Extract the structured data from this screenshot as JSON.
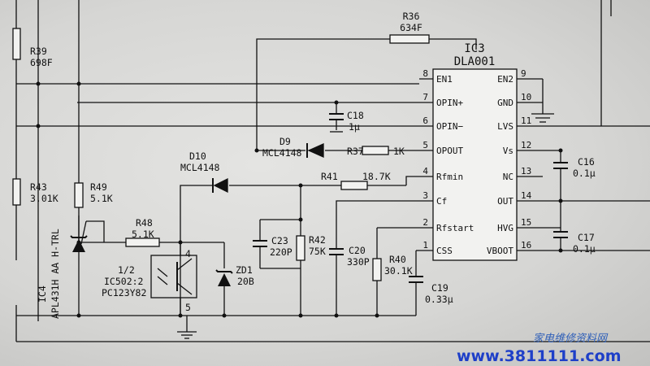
{
  "ic": {
    "name": "IC3",
    "part": "DLA001",
    "left_pins": [
      {
        "num": "8",
        "label": "EN1"
      },
      {
        "num": "7",
        "label": "OPIN+"
      },
      {
        "num": "6",
        "label": "OPIN−"
      },
      {
        "num": "5",
        "label": "OPOUT"
      },
      {
        "num": "4",
        "label": "Rfmin"
      },
      {
        "num": "3",
        "label": "Cf"
      },
      {
        "num": "2",
        "label": "Rfstart"
      },
      {
        "num": "1",
        "label": "CSS"
      }
    ],
    "right_pins": [
      {
        "num": "9",
        "label": "EN2"
      },
      {
        "num": "10",
        "label": "GND"
      },
      {
        "num": "11",
        "label": "LVS"
      },
      {
        "num": "12",
        "label": "Vs"
      },
      {
        "num": "13",
        "label": "NC"
      },
      {
        "num": "14",
        "label": "OUT"
      },
      {
        "num": "15",
        "label": "HVG"
      },
      {
        "num": "16",
        "label": "VBOOT"
      }
    ]
  },
  "components": {
    "r36": {
      "ref": "R36",
      "value": "634F"
    },
    "r39": {
      "ref": "R39",
      "value": "698F"
    },
    "c18": {
      "ref": "C18",
      "value": "1μ"
    },
    "d9": {
      "ref": "D9",
      "value": "MCL4148"
    },
    "r37": {
      "ref": "R37",
      "value": "1K"
    },
    "d10": {
      "ref": "D10",
      "value": "MCL4148"
    },
    "r41": {
      "ref": "R41",
      "value": "18.7K"
    },
    "r43": {
      "ref": "R43",
      "value": "3.01K"
    },
    "r49": {
      "ref": "R49",
      "value": "5.1K"
    },
    "r48": {
      "ref": "R48",
      "value": "5.1K"
    },
    "ic4": {
      "ref": "IC4",
      "value": "APL431H AA H-TRL"
    },
    "ic502": {
      "line1": "1/2",
      "line2": "IC502:2",
      "line3": "PC123Y82",
      "pin_a": "4",
      "pin_b": "5"
    },
    "zd1": {
      "ref": "ZD1",
      "value": "20B"
    },
    "c23": {
      "ref": "C23",
      "value": "220P"
    },
    "r42": {
      "ref": "R42",
      "value": "75K"
    },
    "c20": {
      "ref": "C20",
      "value": "330P"
    },
    "r40": {
      "ref": "R40",
      "value": "30.1K"
    },
    "c19": {
      "ref": "C19",
      "value": "0.33μ"
    },
    "c16": {
      "ref": "C16",
      "value": "0.1μ"
    },
    "c17": {
      "ref": "C17",
      "value": "0.1μ"
    }
  },
  "watermark": {
    "cn": "家电维修资料网",
    "url": "www.3811111.com"
  }
}
